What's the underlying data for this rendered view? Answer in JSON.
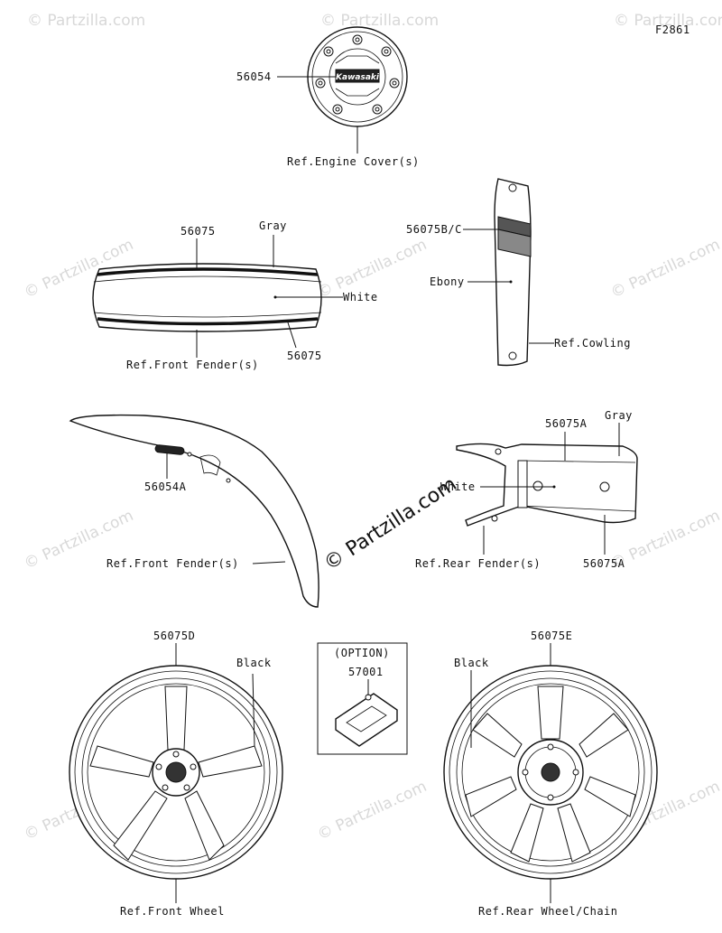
{
  "figure_id": "F2861",
  "watermark_text": "© Partzilla.com",
  "brand_watermark": "© Partzilla.com",
  "emblem_text": "Kawasaki",
  "labels": {
    "p56054": "56054",
    "ref_engine_cover": "Ref.Engine Cover(s)",
    "p56075_top": "56075",
    "gray_top": "Gray",
    "white_front": "White",
    "p56075_bottom": "56075",
    "ref_front_fender_1": "Ref.Front Fender(s)",
    "p56075bc": "56075B/C",
    "ebony": "Ebony",
    "ref_cowling": "Ref.Cowling",
    "p56054a": "56054A",
    "ref_front_fender_2": "Ref.Front Fender(s)",
    "p56075a_top": "56075A",
    "gray_rear": "Gray",
    "white_rear": "White",
    "ref_rear_fender": "Ref.Rear Fender(s)",
    "p56075a_bottom": "56075A",
    "p56075d": "56075D",
    "black_front": "Black",
    "ref_front_wheel": "Ref.Front Wheel",
    "option": "(OPTION)",
    "p57001": "57001",
    "p56075e": "56075E",
    "black_rear": "Black",
    "ref_rear_wheel": "Ref.Rear Wheel/Chain"
  }
}
